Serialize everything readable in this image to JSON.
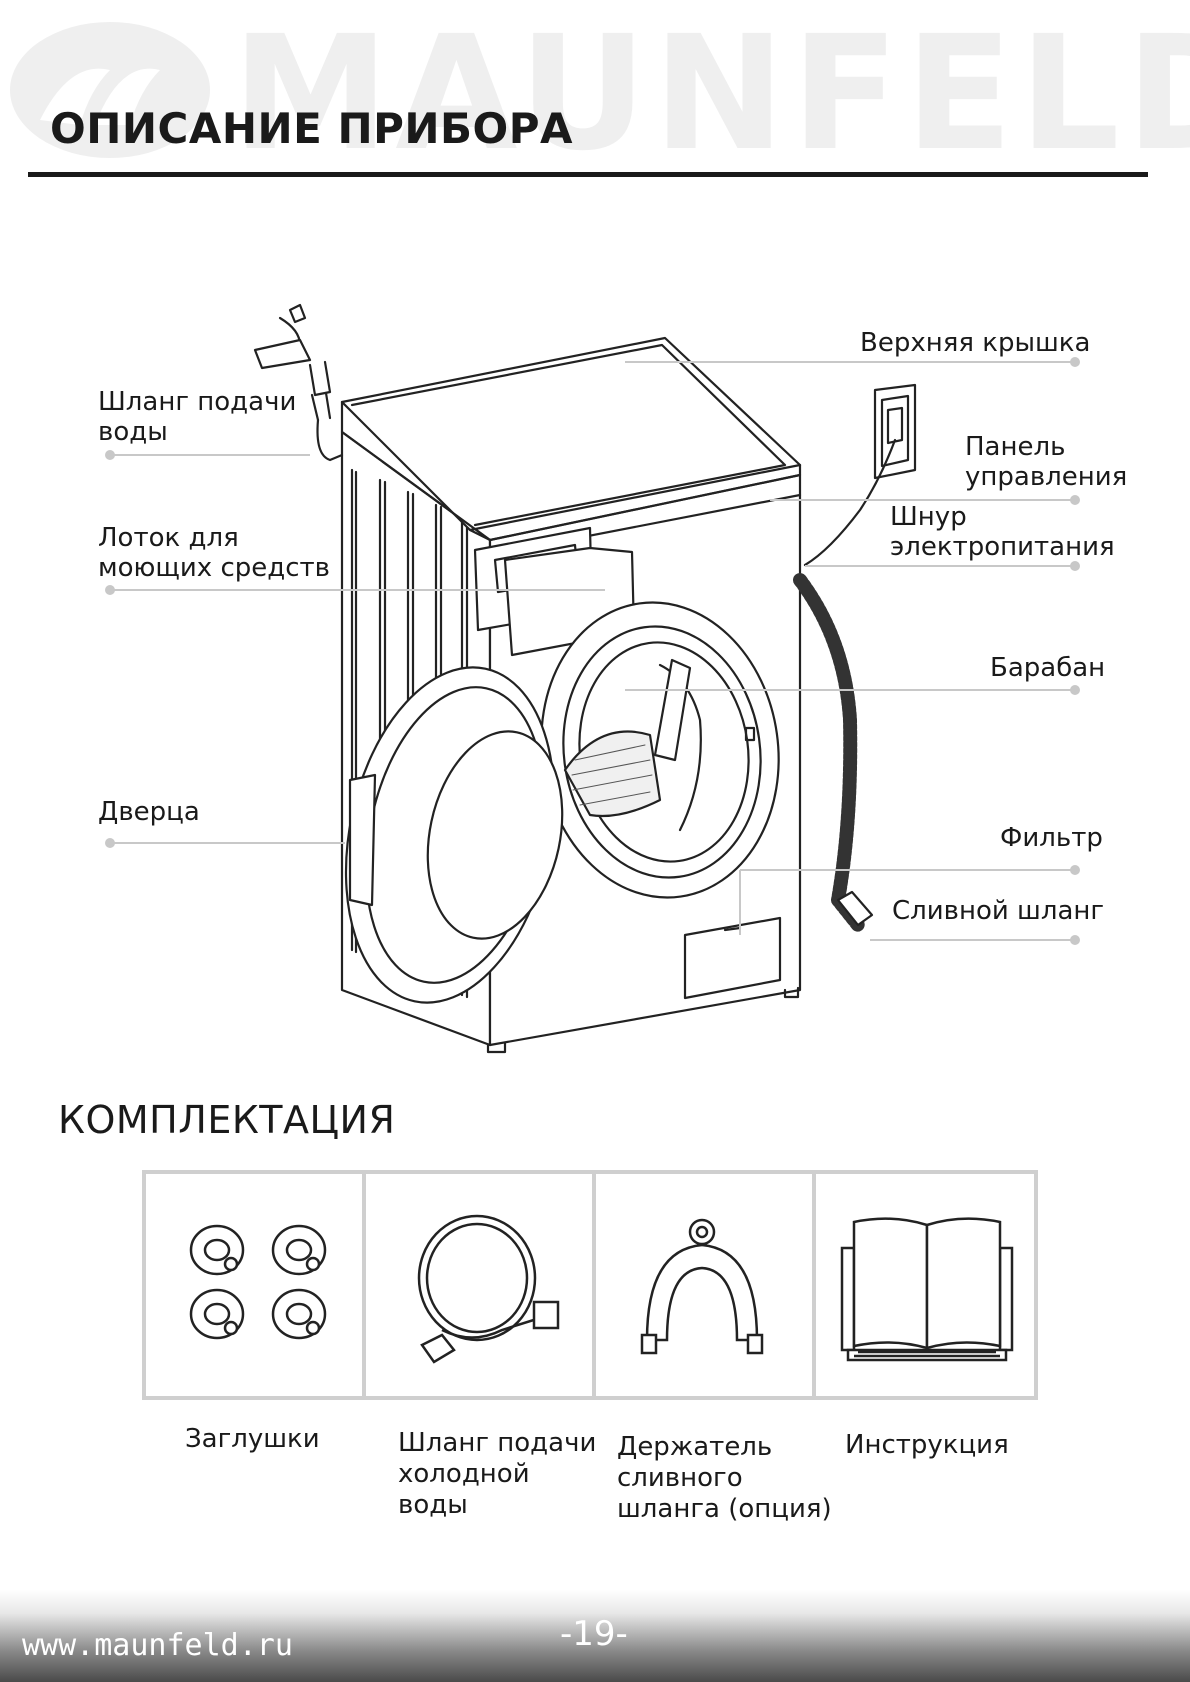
{
  "watermark": {
    "brand": "MAUNFELD"
  },
  "header": {
    "title": "ОПИСАНИЕ ПРИБОРА"
  },
  "diagram": {
    "labels": {
      "water_hose": "Шланг подачи\nводы",
      "detergent_tray": "Лоток для\nмоющих средств",
      "door": "Дверца",
      "top_cover": "Верхняя крышка",
      "control_panel": "Панель\nуправления",
      "power_cord": "Шнур\nэлектропитания",
      "drum": "Барабан",
      "filter": "Фильтр",
      "drain_hose": "Сливной шланг"
    }
  },
  "kit": {
    "title": "КОМПЛЕКТАЦИЯ",
    "items": [
      {
        "label": "Заглушки",
        "icon": "plugs-icon"
      },
      {
        "label": "Шланг подачи\nхолодной\nводы",
        "icon": "inlet-hose-icon"
      },
      {
        "label": "Держатель\nсливного\nшланга (опция)",
        "icon": "hose-holder-icon"
      },
      {
        "label": "Инструкция",
        "icon": "manual-book-icon"
      }
    ]
  },
  "footer": {
    "url": "www.maunfeld.ru",
    "page": "-19-"
  }
}
